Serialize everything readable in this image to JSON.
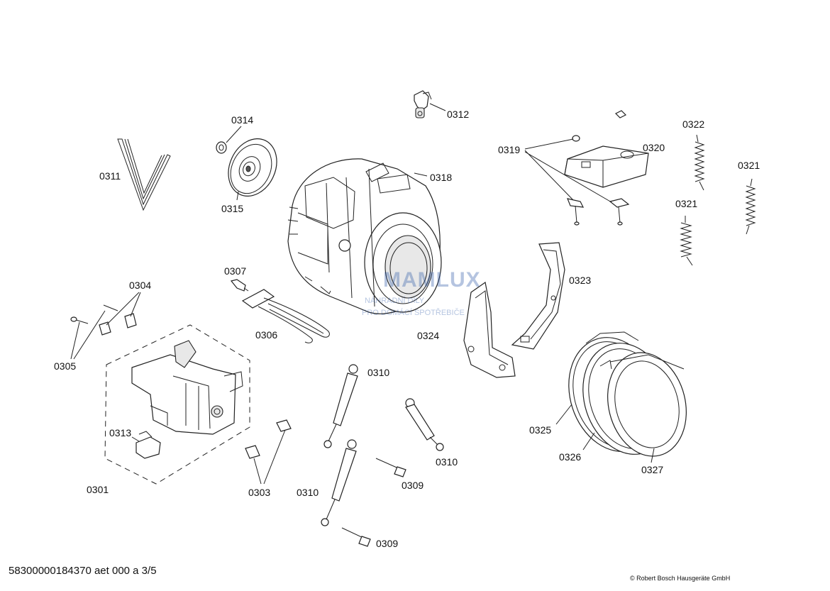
{
  "parts": [
    {
      "id": "p0311",
      "label": "0311",
      "name": "drive belt"
    },
    {
      "id": "p0314",
      "label": "0314",
      "name": "nut"
    },
    {
      "id": "p0315",
      "label": "0315",
      "name": "pulley"
    },
    {
      "id": "p0312",
      "label": "0312",
      "name": "sensor"
    },
    {
      "id": "p0318",
      "label": "0318",
      "name": "tub"
    },
    {
      "id": "p0319",
      "label": "0319",
      "name": "screws"
    },
    {
      "id": "p0320",
      "label": "0320",
      "name": "weight"
    },
    {
      "id": "p0322",
      "label": "0322",
      "name": "spring"
    },
    {
      "id": "p0321a",
      "label": "0321",
      "name": "spring right"
    },
    {
      "id": "p0321b",
      "label": "0321",
      "name": "spring left"
    },
    {
      "id": "p0307",
      "label": "0307",
      "name": "ntc sensor"
    },
    {
      "id": "p0304",
      "label": "0304",
      "name": "bushes"
    },
    {
      "id": "p0306",
      "label": "0306",
      "name": "heater"
    },
    {
      "id": "p0305",
      "label": "0305",
      "name": "screws"
    },
    {
      "id": "p0323",
      "label": "0323",
      "name": "bracket"
    },
    {
      "id": "p0324",
      "label": "0324",
      "name": "bracket"
    },
    {
      "id": "p0310a",
      "label": "0310",
      "name": "shock absorber top"
    },
    {
      "id": "p0310b",
      "label": "0310",
      "name": "shock absorber right"
    },
    {
      "id": "p0310c",
      "label": "0310",
      "name": "shock absorber bottom"
    },
    {
      "id": "p0313",
      "label": "0313",
      "name": "connector"
    },
    {
      "id": "p0301",
      "label": "0301",
      "name": "motor"
    },
    {
      "id": "p0303",
      "label": "0303",
      "name": "bushes"
    },
    {
      "id": "p0309a",
      "label": "0309",
      "name": "bolt upper"
    },
    {
      "id": "p0309b",
      "label": "0309",
      "name": "bolt lower"
    },
    {
      "id": "p0325",
      "label": "0325",
      "name": "tub front"
    },
    {
      "id": "p0326",
      "label": "0326",
      "name": "clamp ring"
    },
    {
      "id": "p0327",
      "label": "0327",
      "name": "door gasket"
    }
  ],
  "watermark": {
    "title": "MAMLUX",
    "line1": "NÁHRADNÍ DÍLY",
    "line2": "PRO DOMÁCÍ SPOTŘEBIČE"
  },
  "footer": {
    "doc_id": "58300000184370 aet 000 a 3/5",
    "copyright": "© Robert Bosch Hausgeräte GmbH"
  }
}
